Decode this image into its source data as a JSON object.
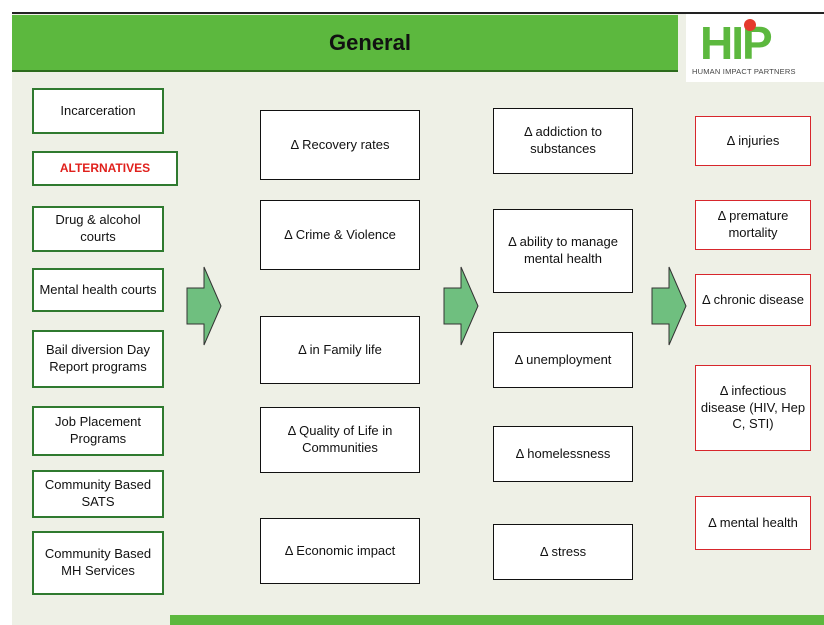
{
  "header": {
    "title": "General"
  },
  "logo": {
    "letters": "HIP",
    "subtitle": "HUMAN IMPACT PARTNERS"
  },
  "interventions": [
    "Incarceration",
    "ALTERNATIVES",
    "Drug  & alcohol courts",
    "Mental health courts",
    "Bail diversion Day Report programs",
    "Job Placement Programs",
    "Community Based SATS",
    "Community Based MH Services"
  ],
  "societal_outcomes": [
    "Δ Recovery rates",
    "Δ Crime & Violence",
    "Δ in Family life",
    "Δ Quality of Life in Communities",
    "Δ Economic impact"
  ],
  "individual_outcomes": [
    "Δ addiction to substances",
    "Δ ability to manage mental health",
    "Δ unemployment",
    "Δ homelessness",
    "Δ stress"
  ],
  "health_outcomes": [
    "Δ injuries",
    "Δ premature mortality",
    "Δ chronic disease",
    "Δ infectious disease (HIV, Hep C, STI)",
    "Δ mental health"
  ],
  "colors": {
    "green": "#5cb83e",
    "dark_green_border": "#2f7a2f",
    "red": "#d7262c",
    "arrow_fill": "#6fbf7f"
  }
}
